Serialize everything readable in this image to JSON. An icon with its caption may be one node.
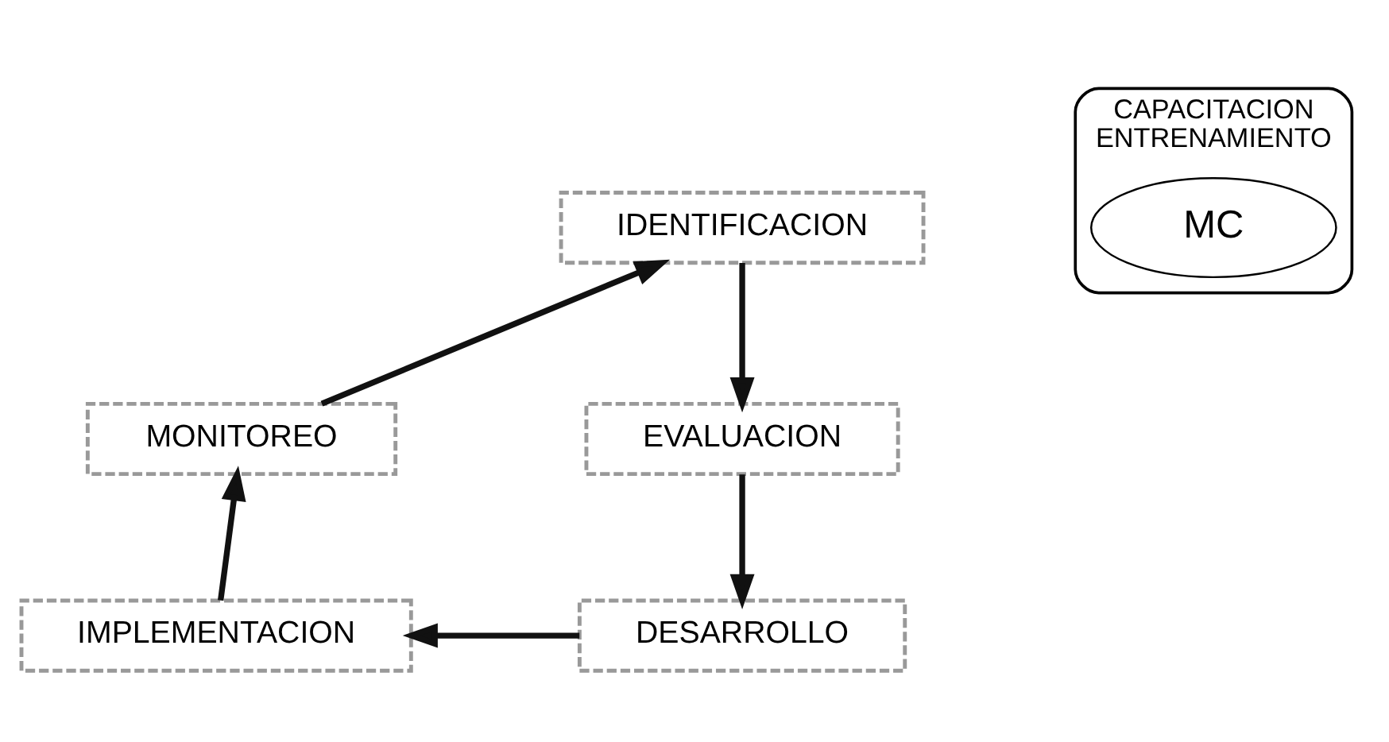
{
  "diagram": {
    "nodes": [
      {
        "text": [
          "IDENTIFICACION"
        ]
      },
      {
        "text": [
          "EVALUACION"
        ]
      },
      {
        "text": [
          "DESARROLLO"
        ]
      },
      {
        "text": [
          "IMPLEMENTACION"
        ]
      },
      {
        "text": [
          "MONITOREO"
        ]
      },
      {
        "text": [
          "CAPACITACION",
          "ENTRENAMIENTO"
        ]
      },
      {
        "text": [
          "MC"
        ],
        "in": 5
      }
    ],
    "edges": [
      {
        "from": 0,
        "to": 1,
        "arrow": "to"
      },
      {
        "from": 1,
        "to": 2,
        "arrow": "to"
      },
      {
        "from": 2,
        "to": 3,
        "arrow": "to"
      },
      {
        "from": 3,
        "to": 4,
        "arrow": "to"
      },
      {
        "from": 4,
        "to": 0,
        "arrow": "to"
      }
    ]
  }
}
